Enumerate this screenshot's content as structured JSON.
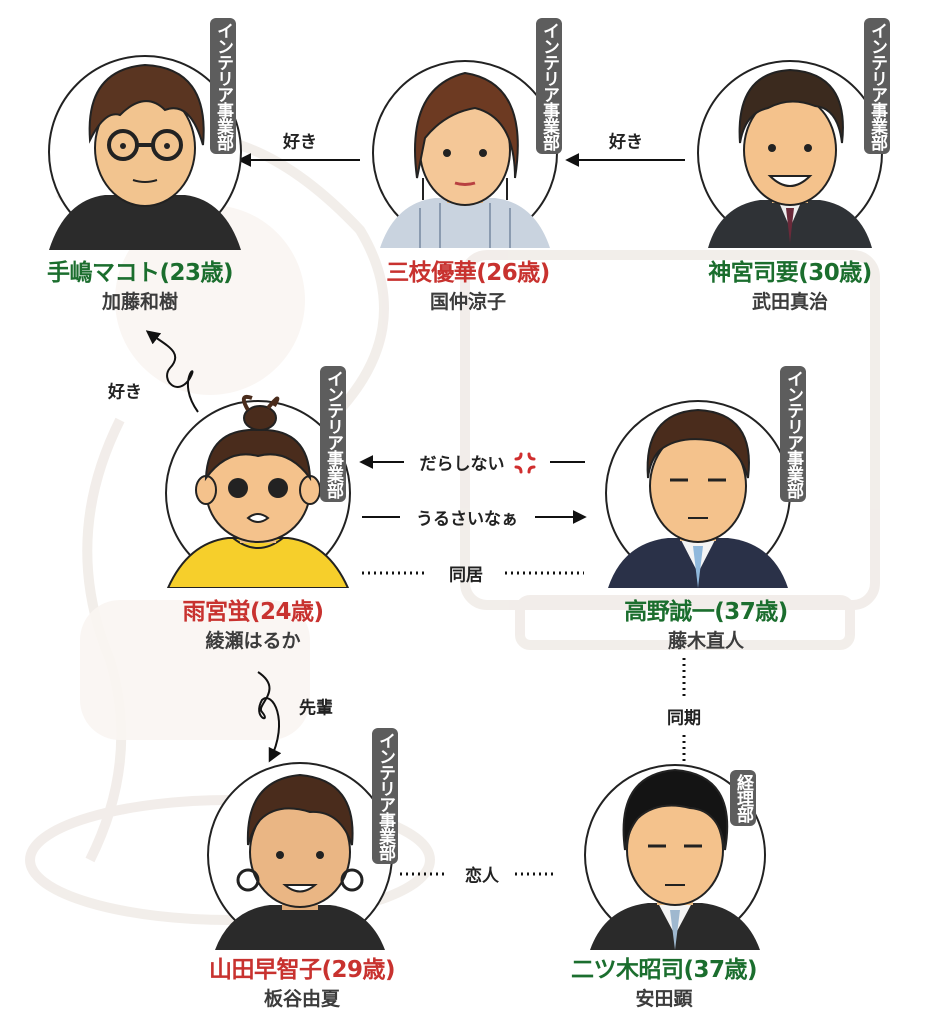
{
  "colors": {
    "name_green": "#1b6e2e",
    "name_red": "#c8322f",
    "actor_gray": "#3c3c3c",
    "dept_badge": "#5d5d5d"
  },
  "characters": [
    {
      "key": "tejima",
      "role": "手嶋マコト(23歳)",
      "actor": "加藤和樹",
      "dept": "インテリア事業部",
      "name_color": "green",
      "portrait": "man-glasses"
    },
    {
      "key": "saegusa",
      "role": "三枝優華(26歳)",
      "actor": "国仲涼子",
      "dept": "インテリア事業部",
      "name_color": "red",
      "portrait": "woman-bob"
    },
    {
      "key": "jingu",
      "role": "神宮司要(30歳)",
      "actor": "武田真治",
      "dept": "インテリア事業部",
      "name_color": "green",
      "portrait": "man-smiling-suit"
    },
    {
      "key": "amamiya",
      "role": "雨宮蛍(24歳)",
      "actor": "綾瀬はるか",
      "dept": "インテリア事業部",
      "name_color": "red",
      "portrait": "woman-bun-yellow"
    },
    {
      "key": "takano",
      "role": "高野誠一(37歳)",
      "actor": "藤木直人",
      "dept": "インテリア事業部",
      "name_color": "green",
      "portrait": "man-suit-tie"
    },
    {
      "key": "yamada",
      "role": "山田早智子(29歳)",
      "actor": "板谷由夏",
      "dept": "インテリア事業部",
      "name_color": "red",
      "portrait": "woman-earrings"
    },
    {
      "key": "futatsugi",
      "role": "二ツ木昭司(37歳)",
      "actor": "安田顕",
      "dept": "経理部",
      "name_color": "green",
      "portrait": "man-black-hair-suit"
    }
  ],
  "relations": {
    "jingu_to_saegusa": "好き",
    "saegusa_to_tejima": "好き",
    "amamiya_to_tejima": "好き",
    "takano_to_amamiya": "だらしない",
    "amamiya_to_takano": "うるさいなぁ",
    "amamiya_takano_live": "同居",
    "amamiya_to_yamada": "先輩",
    "takano_futatsugi": "同期",
    "yamada_futatsugi": "恋人"
  },
  "icons": {
    "anger": "anger-mark-icon"
  }
}
